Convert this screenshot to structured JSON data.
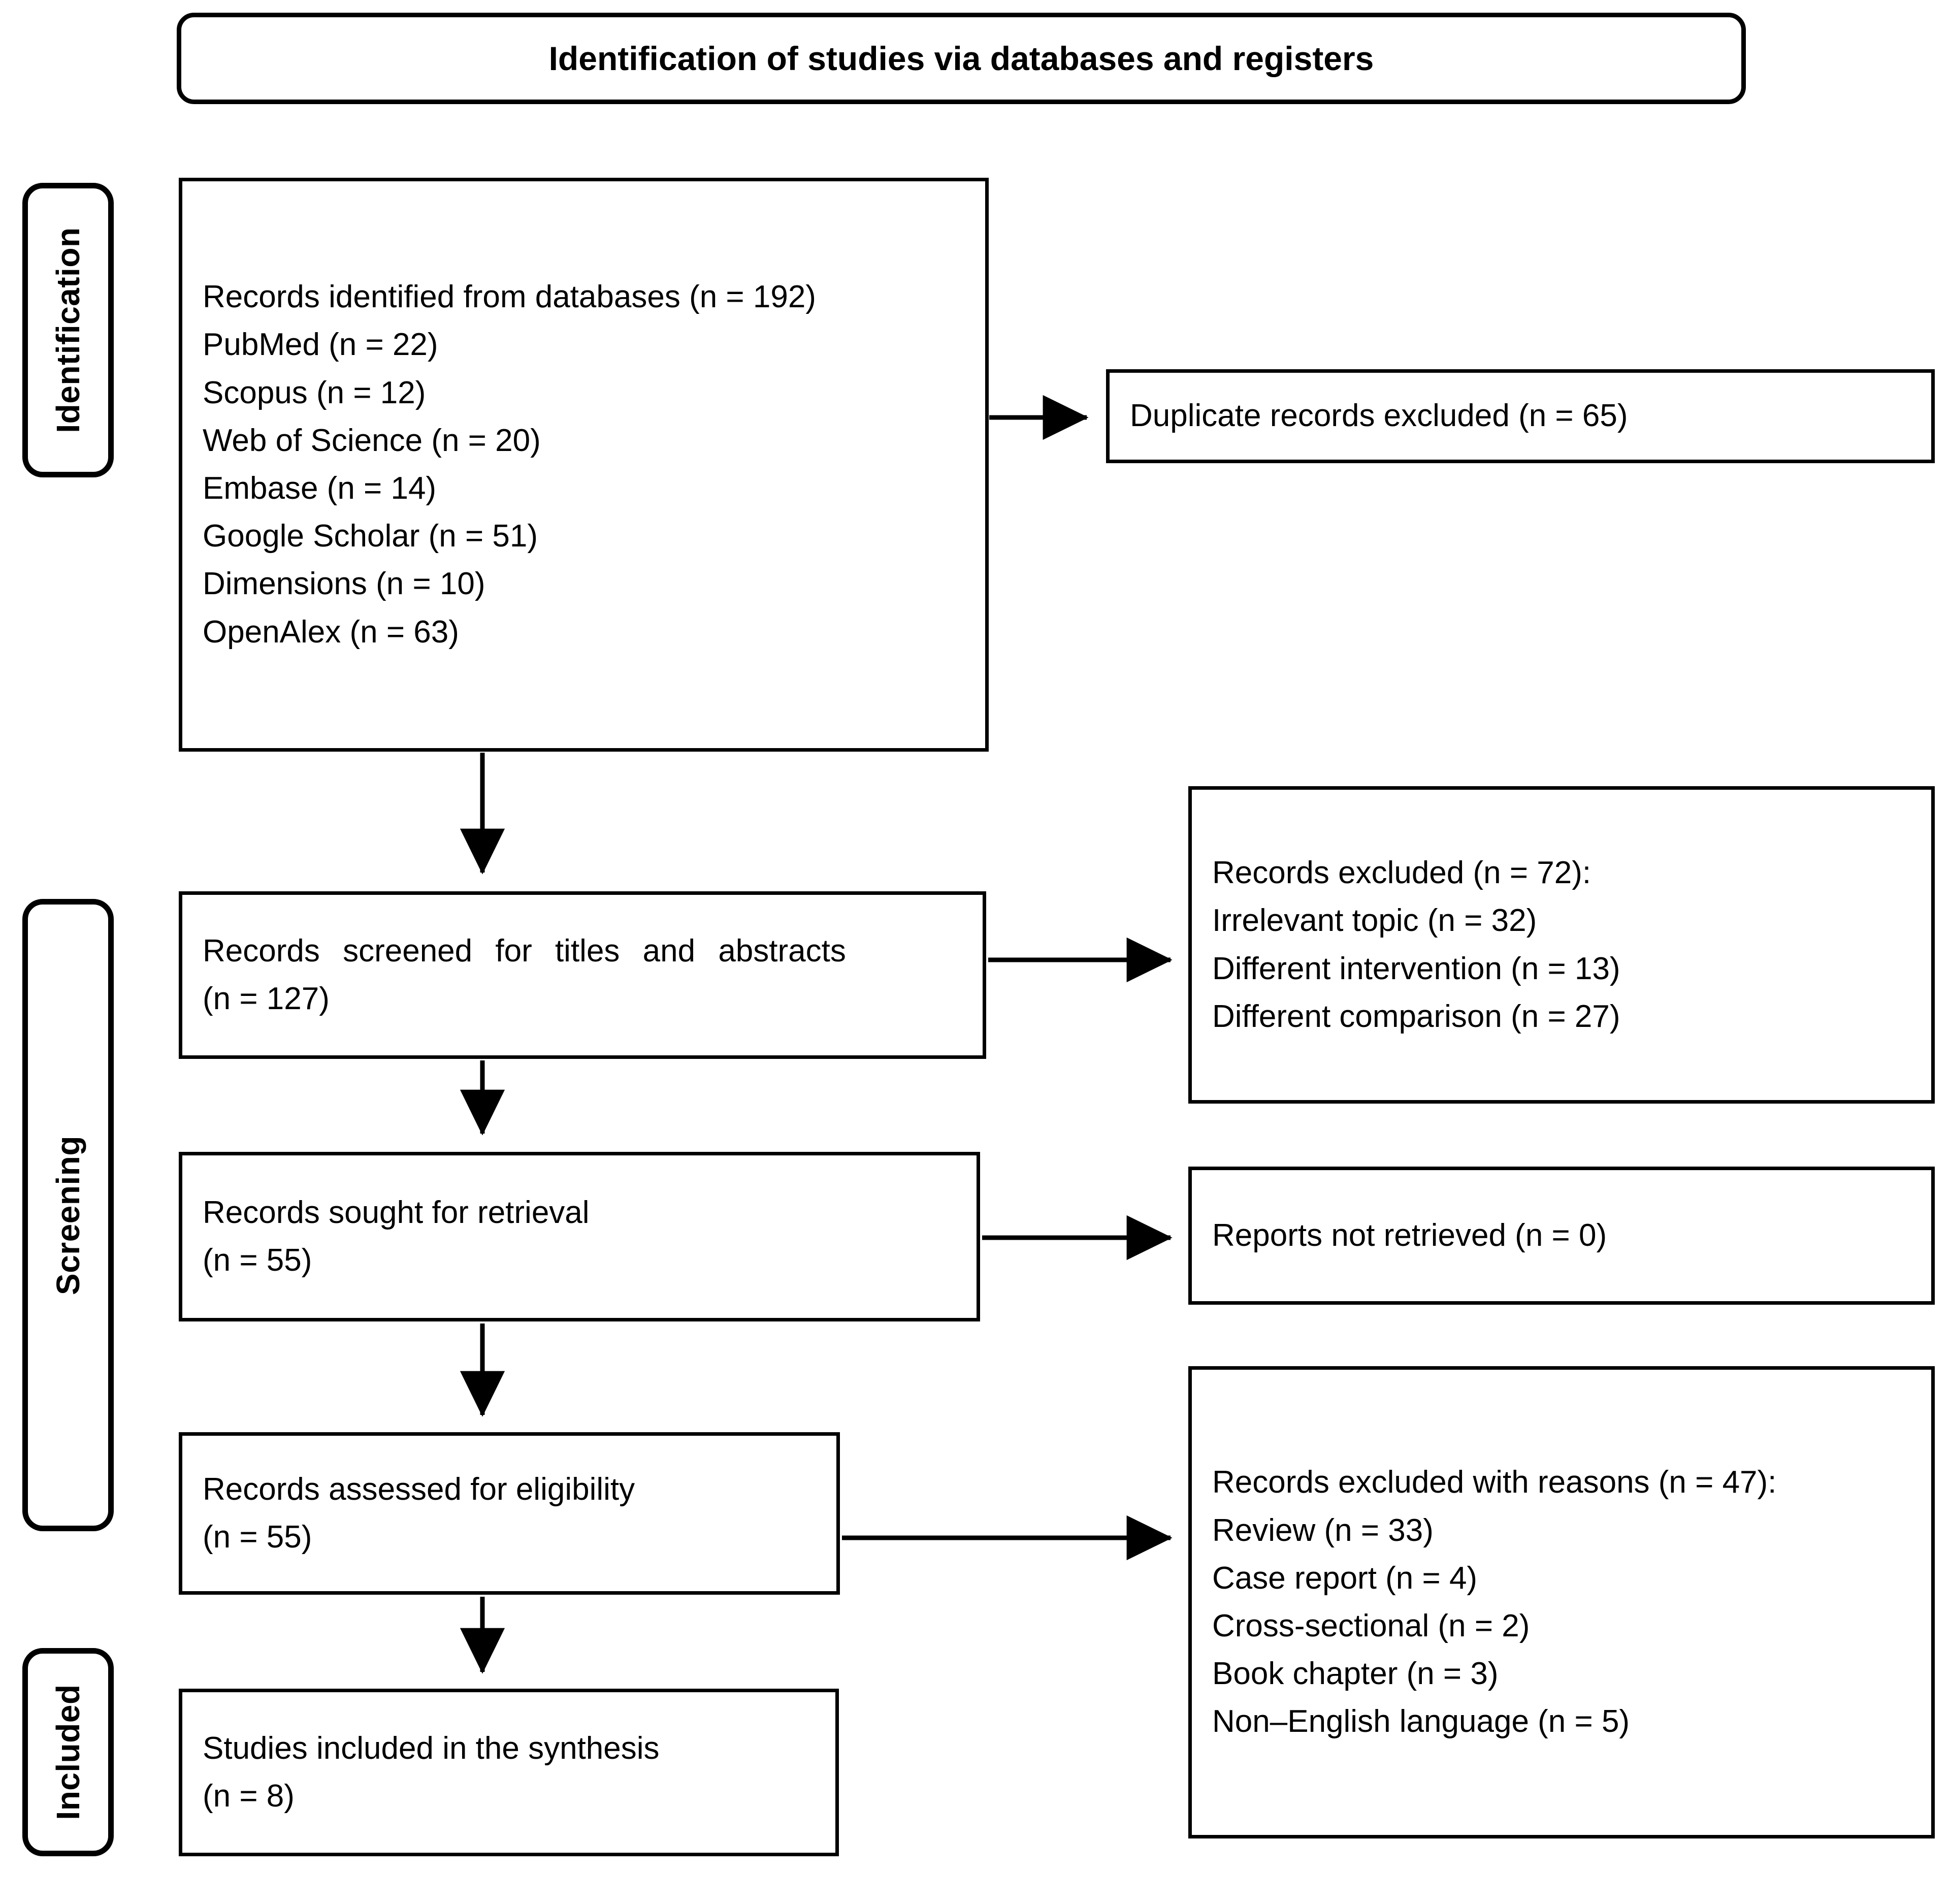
{
  "title": {
    "text": "Identification of studies via databases and registers"
  },
  "stages": [
    {
      "id": "identification",
      "label": "Identification"
    },
    {
      "id": "screening",
      "label": "Screening"
    },
    {
      "id": "included",
      "label": "Included"
    }
  ],
  "boxes": {
    "identified": {
      "lines": [
        "Records identified from databases (n = 192)",
        "PubMed (n = 22)",
        "Scopus (n = 12)",
        "Web of Science (n = 20)",
        "Embase (n = 14)",
        "Google Scholar (n = 51)",
        "Dimensions (n = 10)",
        "OpenAlex (n = 63)"
      ]
    },
    "duplicates": {
      "lines": [
        "Duplicate records excluded (n = 65)"
      ]
    },
    "screened": {
      "lines": [
        "Records screened for titles and abstracts",
        "(n = 127)"
      ]
    },
    "excluded72": {
      "lines": [
        "Records excluded (n = 72):",
        "Irrelevant topic (n = 32)",
        "Different intervention (n = 13)",
        "Different comparison (n = 27)"
      ]
    },
    "sought": {
      "lines": [
        "Records sought for retrieval",
        "(n = 55)"
      ]
    },
    "notretrieved": {
      "lines": [
        "Reports not retrieved (n = 0)"
      ]
    },
    "assessed": {
      "lines": [
        "Records assessed for eligibility",
        "(n = 55)"
      ]
    },
    "excluded47": {
      "lines": [
        "Records excluded with reasons (n = 47):",
        "Review (n = 33)",
        "Case report (n = 4)",
        "Cross-sectional (n = 2)",
        "Book chapter (n = 3)",
        "Non–English language (n = 5)"
      ]
    },
    "included": {
      "lines": [
        "Studies included in the synthesis",
        "(n = 8)"
      ]
    }
  },
  "colors": {
    "stroke": "#000000",
    "background": "#ffffff"
  },
  "chart_data": {
    "type": "diagram",
    "title": "Identification of studies via databases and registers",
    "diagram_kind": "PRISMA flow diagram",
    "stages": [
      "Identification",
      "Screening",
      "Included"
    ],
    "nodes": [
      {
        "id": "identified",
        "stage": "Identification",
        "label": "Records identified from databases",
        "n": 192,
        "sources": [
          {
            "name": "PubMed",
            "n": 22
          },
          {
            "name": "Scopus",
            "n": 12
          },
          {
            "name": "Web of Science",
            "n": 20
          },
          {
            "name": "Embase",
            "n": 14
          },
          {
            "name": "Google Scholar",
            "n": 51
          },
          {
            "name": "Dimensions",
            "n": 10
          },
          {
            "name": "OpenAlex",
            "n": 63
          }
        ]
      },
      {
        "id": "duplicates",
        "stage": "Identification",
        "label": "Duplicate records excluded",
        "n": 65
      },
      {
        "id": "screened",
        "stage": "Screening",
        "label": "Records screened for titles and abstracts",
        "n": 127
      },
      {
        "id": "excluded72",
        "stage": "Screening",
        "label": "Records excluded",
        "n": 72,
        "reasons": [
          {
            "name": "Irrelevant topic",
            "n": 32
          },
          {
            "name": "Different intervention",
            "n": 13
          },
          {
            "name": "Different comparison",
            "n": 27
          }
        ]
      },
      {
        "id": "sought",
        "stage": "Screening",
        "label": "Records sought for retrieval",
        "n": 55
      },
      {
        "id": "notretrieved",
        "stage": "Screening",
        "label": "Reports not retrieved",
        "n": 0
      },
      {
        "id": "assessed",
        "stage": "Screening",
        "label": "Records assessed for eligibility",
        "n": 55
      },
      {
        "id": "excluded47",
        "stage": "Screening",
        "label": "Records excluded with reasons",
        "n": 47,
        "reasons": [
          {
            "name": "Review",
            "n": 33
          },
          {
            "name": "Case report",
            "n": 4
          },
          {
            "name": "Cross-sectional",
            "n": 2
          },
          {
            "name": "Book chapter",
            "n": 3
          },
          {
            "name": "Non–English language",
            "n": 5
          }
        ]
      },
      {
        "id": "included",
        "stage": "Included",
        "label": "Studies included in the synthesis",
        "n": 8
      }
    ],
    "edges": [
      {
        "from": "identified",
        "to": "duplicates",
        "direction": "right"
      },
      {
        "from": "identified",
        "to": "screened",
        "direction": "down"
      },
      {
        "from": "screened",
        "to": "excluded72",
        "direction": "right"
      },
      {
        "from": "screened",
        "to": "sought",
        "direction": "down"
      },
      {
        "from": "sought",
        "to": "notretrieved",
        "direction": "right"
      },
      {
        "from": "sought",
        "to": "assessed",
        "direction": "down"
      },
      {
        "from": "assessed",
        "to": "excluded47",
        "direction": "right"
      },
      {
        "from": "assessed",
        "to": "included",
        "direction": "down"
      }
    ]
  }
}
